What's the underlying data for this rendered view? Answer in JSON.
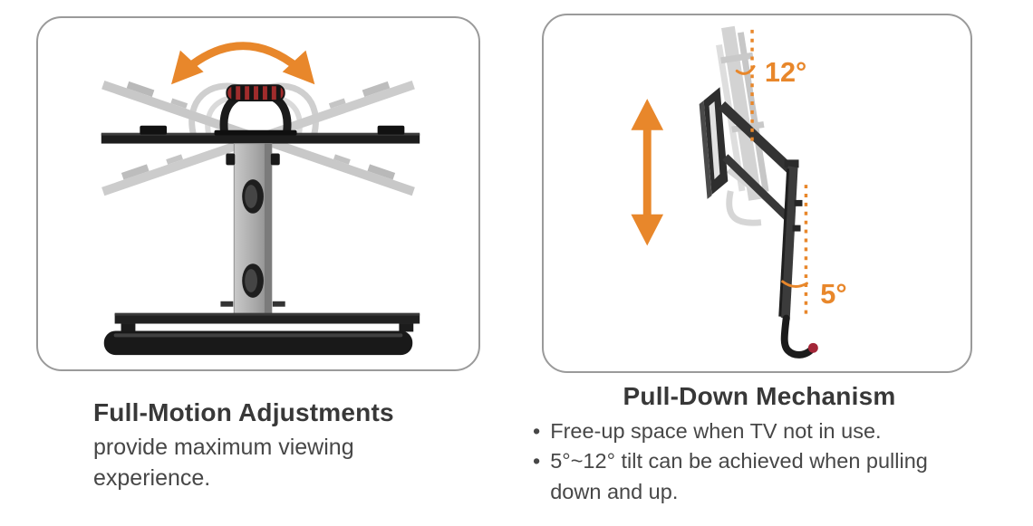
{
  "colors": {
    "accent_orange": "#E8872B",
    "panel_border": "#9A9A9A",
    "heading_text": "#383838",
    "body_text": "#474747",
    "ghost_gray": "#CFCFCF",
    "mount_dark": "#1D1D1D",
    "grip_red": "#A02C2C"
  },
  "icons": {
    "swivel_arrow": "orange-curved-double-arrow",
    "up_down_arrow": "orange-vertical-double-arrow",
    "tilt_guides": "orange-dotted-angle-guide-lines"
  },
  "left_feature": {
    "title": "Full-Motion Adjustments",
    "description": "provide maximum viewing experience.",
    "illustration": "tv-mount-swivel-top-view"
  },
  "right_feature": {
    "title": "Pull-Down Mechanism",
    "bullet_char": "•",
    "bullets": [
      "Free-up space when TV not in use.",
      "5°~12° tilt can be achieved when pulling down and up."
    ],
    "labels": {
      "upper_tilt": "12°",
      "lower_tilt": "5°"
    },
    "illustration": "tv-mount-pull-down-side-view"
  }
}
